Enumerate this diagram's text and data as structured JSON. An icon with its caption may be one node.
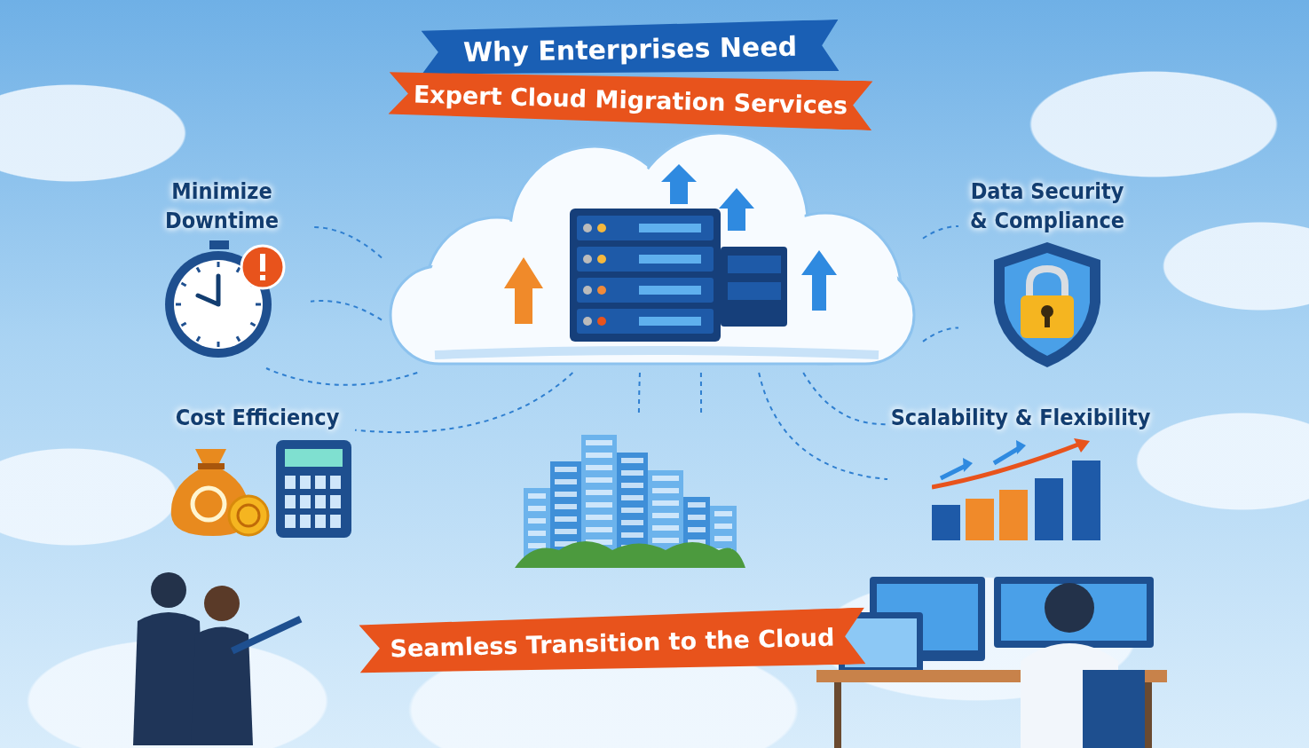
{
  "diagram": {
    "title": "Why Enterprises Need",
    "nodes": [
      {
        "text": [],
        "shape": "picture"
      },
      {
        "text": [
          "Minimize Downtime"
        ]
      },
      {
        "text": [
          "Data Security & Compliance"
        ]
      },
      {
        "text": [
          "Cost Efficiency"
        ]
      },
      {
        "text": [
          "Scalability & Flexibility"
        ]
      },
      {
        "text": [],
        "shape": "picture"
      }
    ],
    "edges": [
      {
        "from": 0,
        "to": 1,
        "arrow": "none",
        "style": "dashed"
      },
      {
        "from": 0,
        "to": 1,
        "arrow": "none",
        "style": "dashed"
      },
      {
        "from": 0,
        "to": 1,
        "arrow": "none",
        "style": "dashed"
      },
      {
        "from": 0,
        "to": 2,
        "arrow": "none",
        "style": "dashed"
      },
      {
        "from": 0,
        "to": 2,
        "arrow": "none",
        "style": "dashed"
      },
      {
        "from": 0,
        "to": 3,
        "arrow": "none",
        "style": "dashed"
      },
      {
        "from": 0,
        "to": 5,
        "arrow": "none",
        "style": "dashed"
      },
      {
        "from": 0,
        "to": 5,
        "arrow": "none",
        "style": "dashed"
      },
      {
        "from": 0,
        "to": 4,
        "arrow": "none",
        "style": "dashed"
      },
      {
        "from": 0,
        "to": 4,
        "arrow": "none",
        "style": "dashed"
      }
    ],
    "labels": [
      "Expert Cloud Migration Services",
      "Seamless Transition to the Cloud"
    ]
  }
}
